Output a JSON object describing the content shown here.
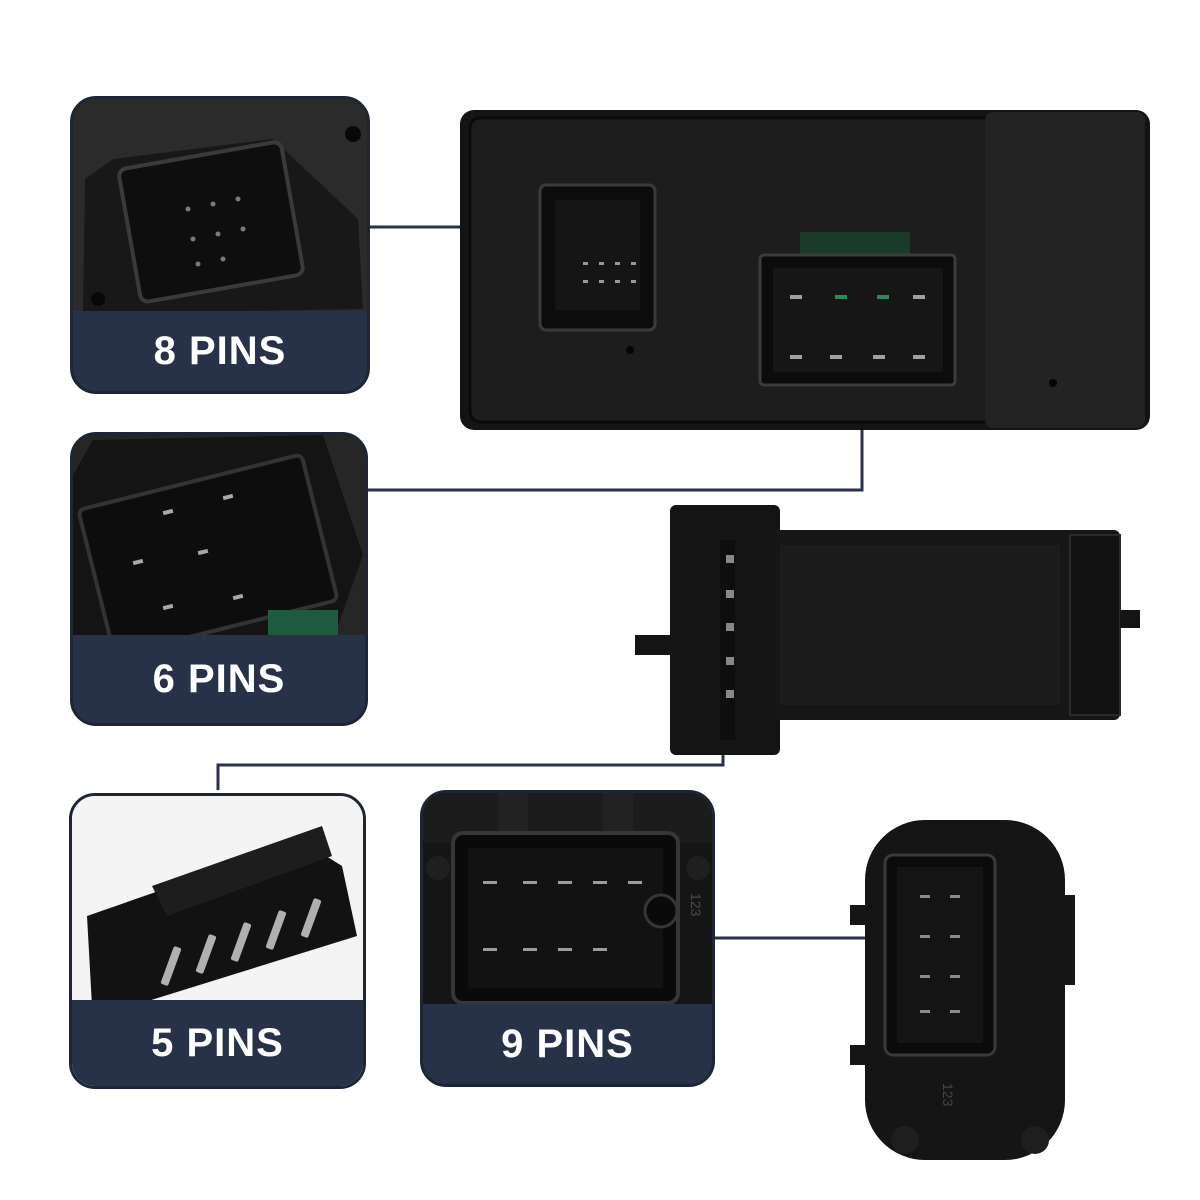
{
  "callouts": [
    {
      "id": "pins-8",
      "label": "8 PINS"
    },
    {
      "id": "pins-6",
      "label": "6 PINS"
    },
    {
      "id": "pins-5",
      "label": "5 PINS"
    },
    {
      "id": "pins-9",
      "label": "9 PINS"
    }
  ],
  "connector_markings": {
    "marking_a": "123",
    "marking_b": "123"
  },
  "colors": {
    "label_background": "#273248",
    "label_text": "#ffffff",
    "leader_line": "#273248",
    "component_body": "#141414",
    "background": "#ffffff"
  }
}
